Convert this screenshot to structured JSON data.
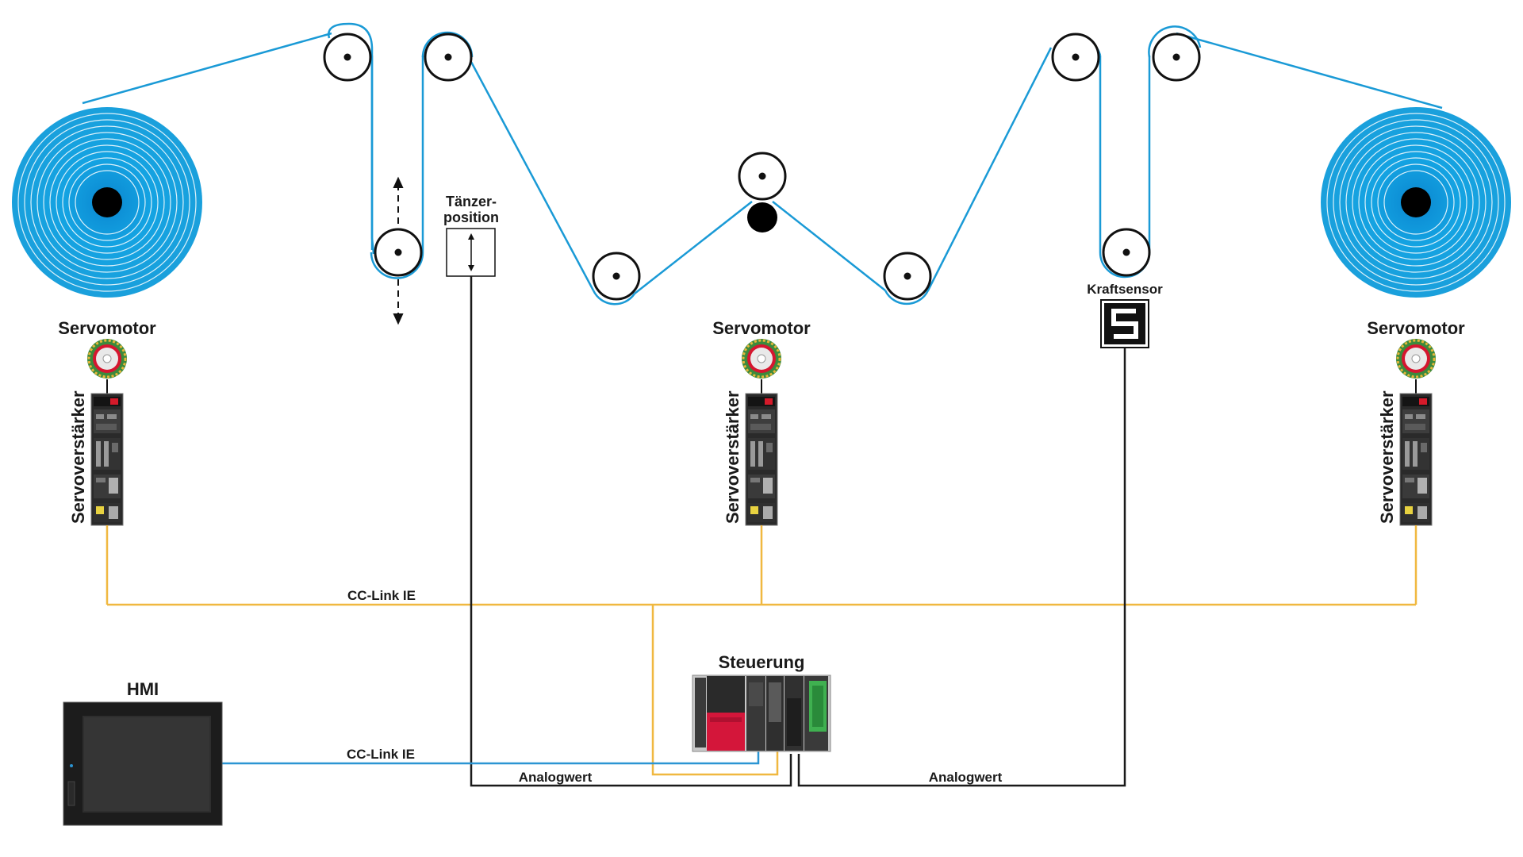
{
  "labels": {
    "servomotor_left": "Servomotor",
    "servomotor_center": "Servomotor",
    "servomotor_right": "Servomotor",
    "servoverstaerker_left": "Servoverstärker",
    "servoverstaerker_center": "Servoverstärker",
    "servoverstaerker_right": "Servoverstärker",
    "taenzer_line1": "Tänzer-",
    "taenzer_line2": "position",
    "kraftsensor": "Kraftsensor",
    "cclink_top": "CC-Link IE",
    "cclink_bottom": "CC-Link IE",
    "steuerung": "Steuerung",
    "hmi": "HMI",
    "analogwert_left": "Analogwert",
    "analogwert_right": "Analogwert"
  },
  "colors": {
    "web": "#1a9ad6",
    "reel": "#1aa0dc",
    "cclink": "#f0b840",
    "ethernet": "#2b95d3",
    "analog": "#1a1a1a",
    "plc_red": "#d4163a",
    "plc_green": "#3fb050"
  }
}
